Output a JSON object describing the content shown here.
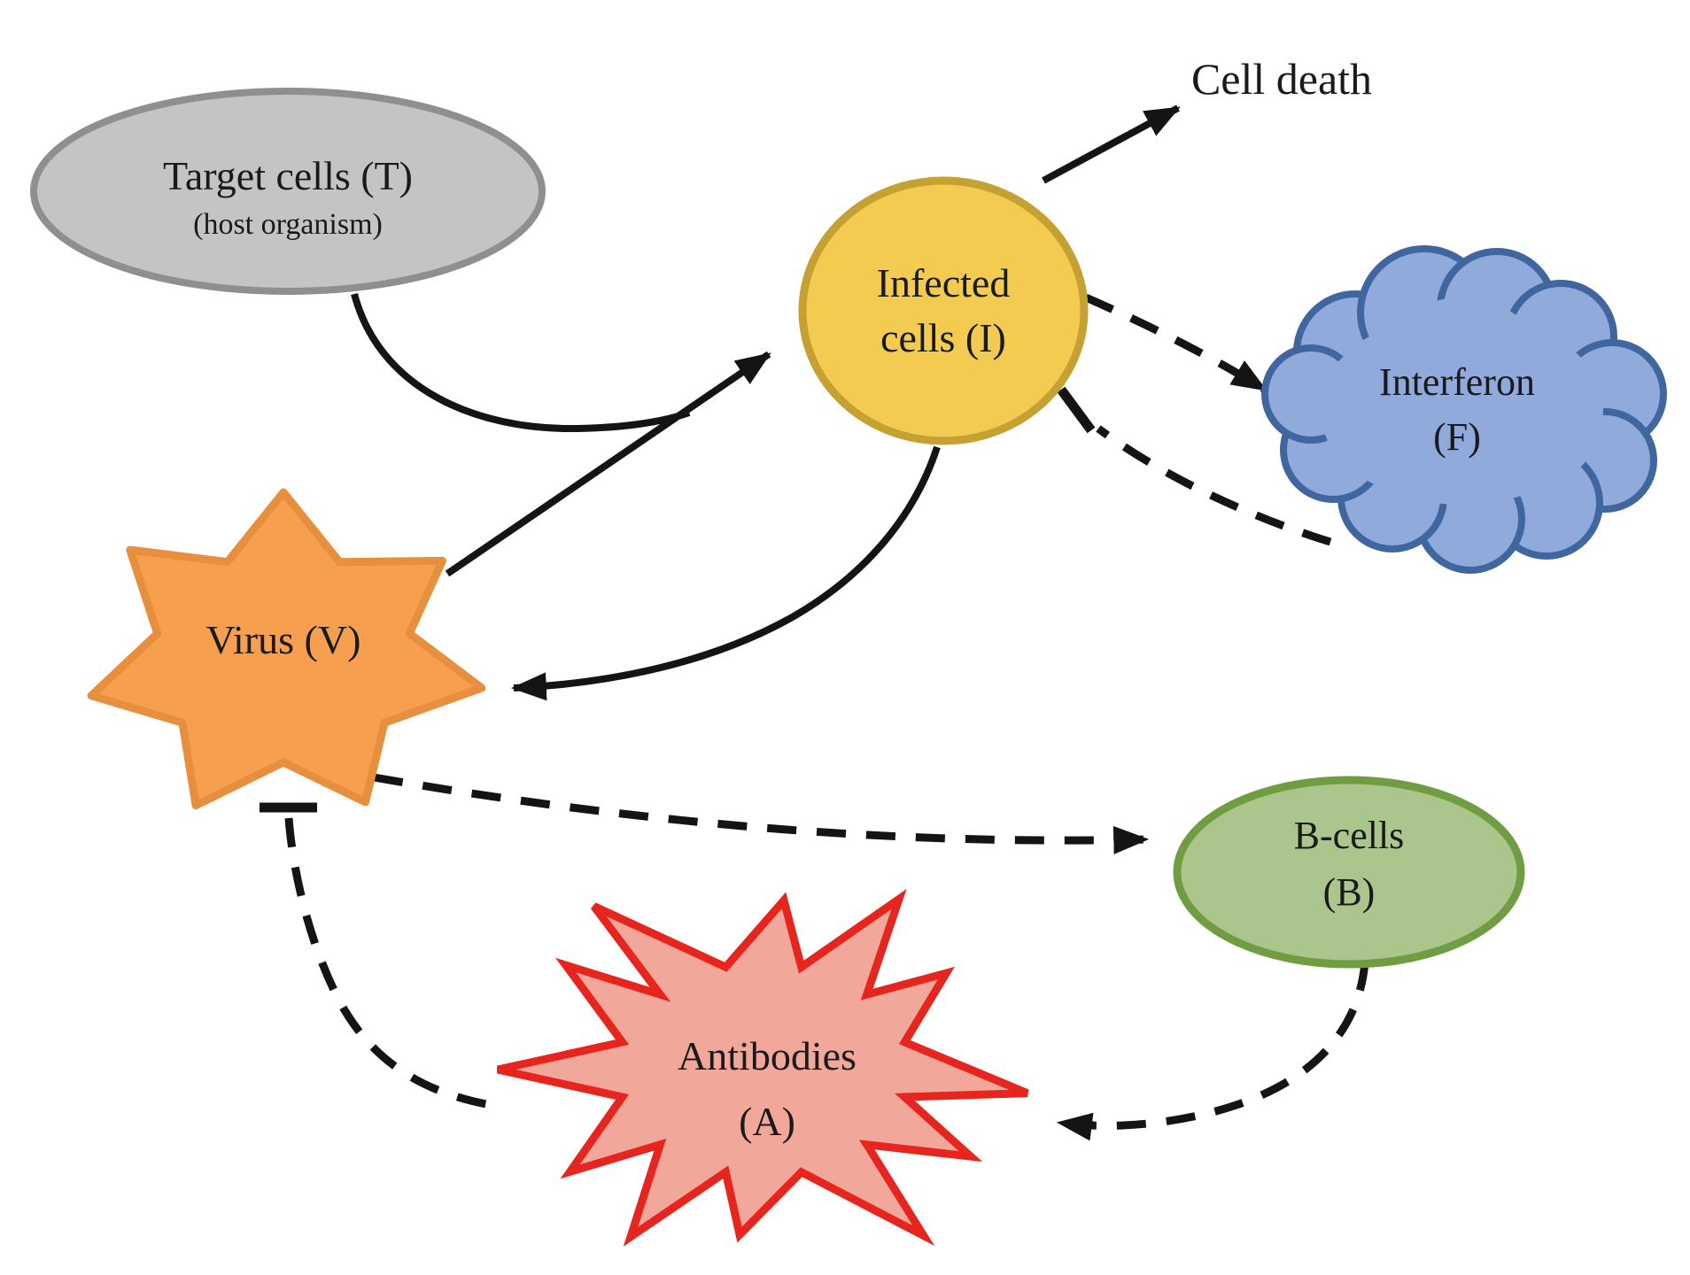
{
  "diagram": {
    "description": "Within-host virus dynamics model diagram",
    "nodes": {
      "target": {
        "line1": "Target cells (T)",
        "line2": "(host organism)",
        "shape": "ellipse",
        "fill": "#c4c4c4",
        "stroke": "#8f8f8f"
      },
      "infected": {
        "line1": "Infected",
        "line2": "cells (I)",
        "shape": "circle",
        "fill": "#f2cb50",
        "stroke": "#c5a032"
      },
      "cell_death": {
        "label": "Cell death"
      },
      "interferon": {
        "line1": "Interferon",
        "line2": "(F)",
        "shape": "cloud",
        "fill": "#90aadc",
        "stroke": "#40669f"
      },
      "virus": {
        "label": "Virus (V)",
        "shape": "star7",
        "fill": "#f6a04f",
        "stroke": "#e78f3d"
      },
      "bcells": {
        "line1": "B-cells",
        "line2": "(B)",
        "shape": "ellipse",
        "fill": "#abc68c",
        "stroke": "#709c42"
      },
      "antibodies": {
        "line1": "Antibodies",
        "line2": "(A)",
        "shape": "explosion",
        "fill": "#f1a89b",
        "stroke": "#e6251f"
      }
    },
    "edges": [
      {
        "name": "target-joins-infection",
        "from": "target",
        "to": "virus-to-infected-line",
        "style": "solid",
        "kind": "merge"
      },
      {
        "name": "virus-to-infected",
        "from": "virus",
        "to": "infected",
        "style": "solid",
        "kind": "arrow"
      },
      {
        "name": "infected-to-cell-death",
        "from": "infected",
        "to": "cell_death",
        "style": "solid",
        "kind": "arrow"
      },
      {
        "name": "infected-to-virus",
        "from": "infected",
        "to": "virus",
        "style": "solid",
        "kind": "arrow"
      },
      {
        "name": "infected-to-interferon",
        "from": "infected",
        "to": "interferon",
        "style": "dashed",
        "kind": "arrow"
      },
      {
        "name": "interferon-inhibits-infected",
        "from": "interferon",
        "to": "infected",
        "style": "dashed",
        "kind": "inhibit"
      },
      {
        "name": "virus-to-bcells",
        "from": "virus",
        "to": "bcells",
        "style": "dashed",
        "kind": "arrow"
      },
      {
        "name": "bcells-to-antibodies",
        "from": "bcells",
        "to": "antibodies",
        "style": "dashed",
        "kind": "arrow"
      },
      {
        "name": "antibodies-inhibit-virus",
        "from": "antibodies",
        "to": "virus",
        "style": "dashed",
        "kind": "inhibit"
      }
    ],
    "colors": {
      "line": "#141414",
      "text": "#1a1a1a",
      "background": "#ffffff"
    }
  }
}
